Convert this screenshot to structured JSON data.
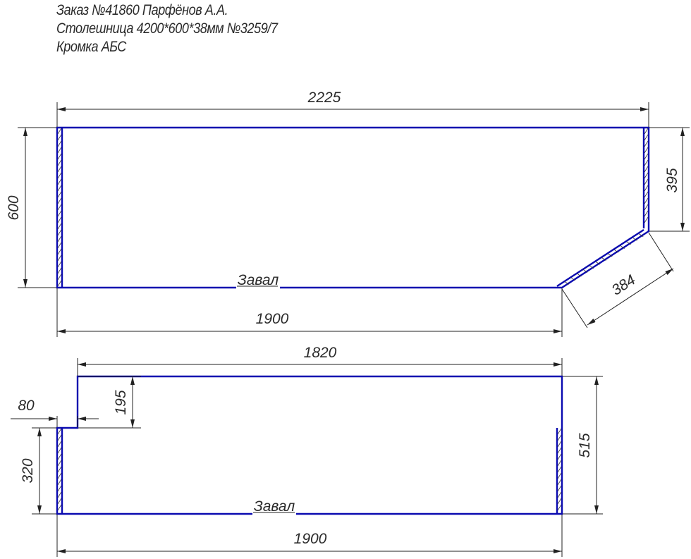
{
  "header": {
    "line1": "Заказ №41860 Парфёнов А.А.",
    "line2": "Столешница 4200*600*38мм №3259/7",
    "line3": "Кромка АБС"
  },
  "part1": {
    "dim_top": "2225",
    "dim_left": "600",
    "dim_right": "395",
    "dim_diag": "384",
    "dim_bottom": "1900",
    "edge_label": "Завал"
  },
  "part2": {
    "dim_top": "1820",
    "dim_step_width": "80",
    "dim_step_height": "195",
    "dim_left": "320",
    "dim_right": "515",
    "dim_bottom": "1900",
    "edge_label": "Завал"
  },
  "colors": {
    "outline": "#0a0ab0",
    "dimension": "#222222"
  }
}
